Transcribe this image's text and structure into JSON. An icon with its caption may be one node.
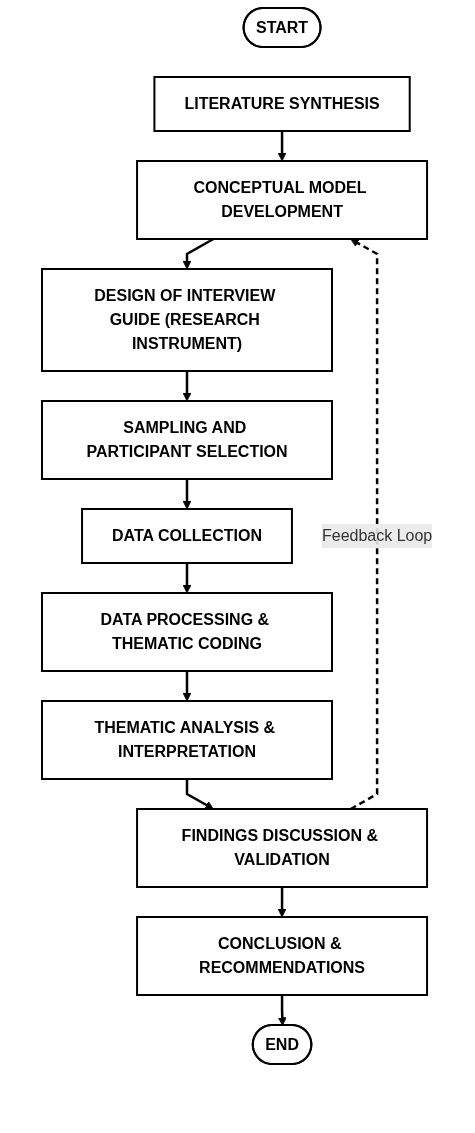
{
  "diagram": {
    "nodes": [
      {
        "text": [
          "START"
        ]
      },
      {
        "text": [
          "LITERATURE SYNTHESIS"
        ]
      },
      {
        "text": [
          "CONCEPTUAL MODEL DEVELOPMENT"
        ]
      },
      {
        "text": [
          "DESIGN OF INTERVIEW GUIDE (RESEARCH INSTRUMENT)"
        ]
      },
      {
        "text": [
          "SAMPLING AND PARTICIPANT SELECTION"
        ]
      },
      {
        "text": [
          "DATA COLLECTION"
        ]
      },
      {
        "text": [
          "DATA PROCESSING & THEMATIC CODING"
        ]
      },
      {
        "text": [
          "THEMATIC ANALYSIS & INTERPRETATION"
        ]
      },
      {
        "text": [
          "FINDINGS DISCUSSION & VALIDATION"
        ]
      },
      {
        "text": [
          "CONCLUSION & RECOMMENDATIONS"
        ]
      },
      {
        "text": [
          "END"
        ]
      }
    ],
    "edges": [
      {
        "from": 1,
        "to": 2,
        "arrow": "to"
      },
      {
        "from": 2,
        "to": 3,
        "arrow": "to"
      },
      {
        "from": 3,
        "to": 4,
        "arrow": "to"
      },
      {
        "from": 4,
        "to": 5,
        "arrow": "to"
      },
      {
        "from": 5,
        "to": 6,
        "arrow": "to"
      },
      {
        "from": 6,
        "to": 7,
        "arrow": "to"
      },
      {
        "from": 7,
        "to": 8,
        "arrow": "to"
      },
      {
        "from": 8,
        "to": 9,
        "arrow": "to"
      },
      {
        "from": 9,
        "to": 10,
        "arrow": "to"
      },
      {
        "from": 8,
        "to": 2,
        "arrow": "to",
        "label": "Feedback Loop",
        "style": "dashed"
      }
    ]
  }
}
